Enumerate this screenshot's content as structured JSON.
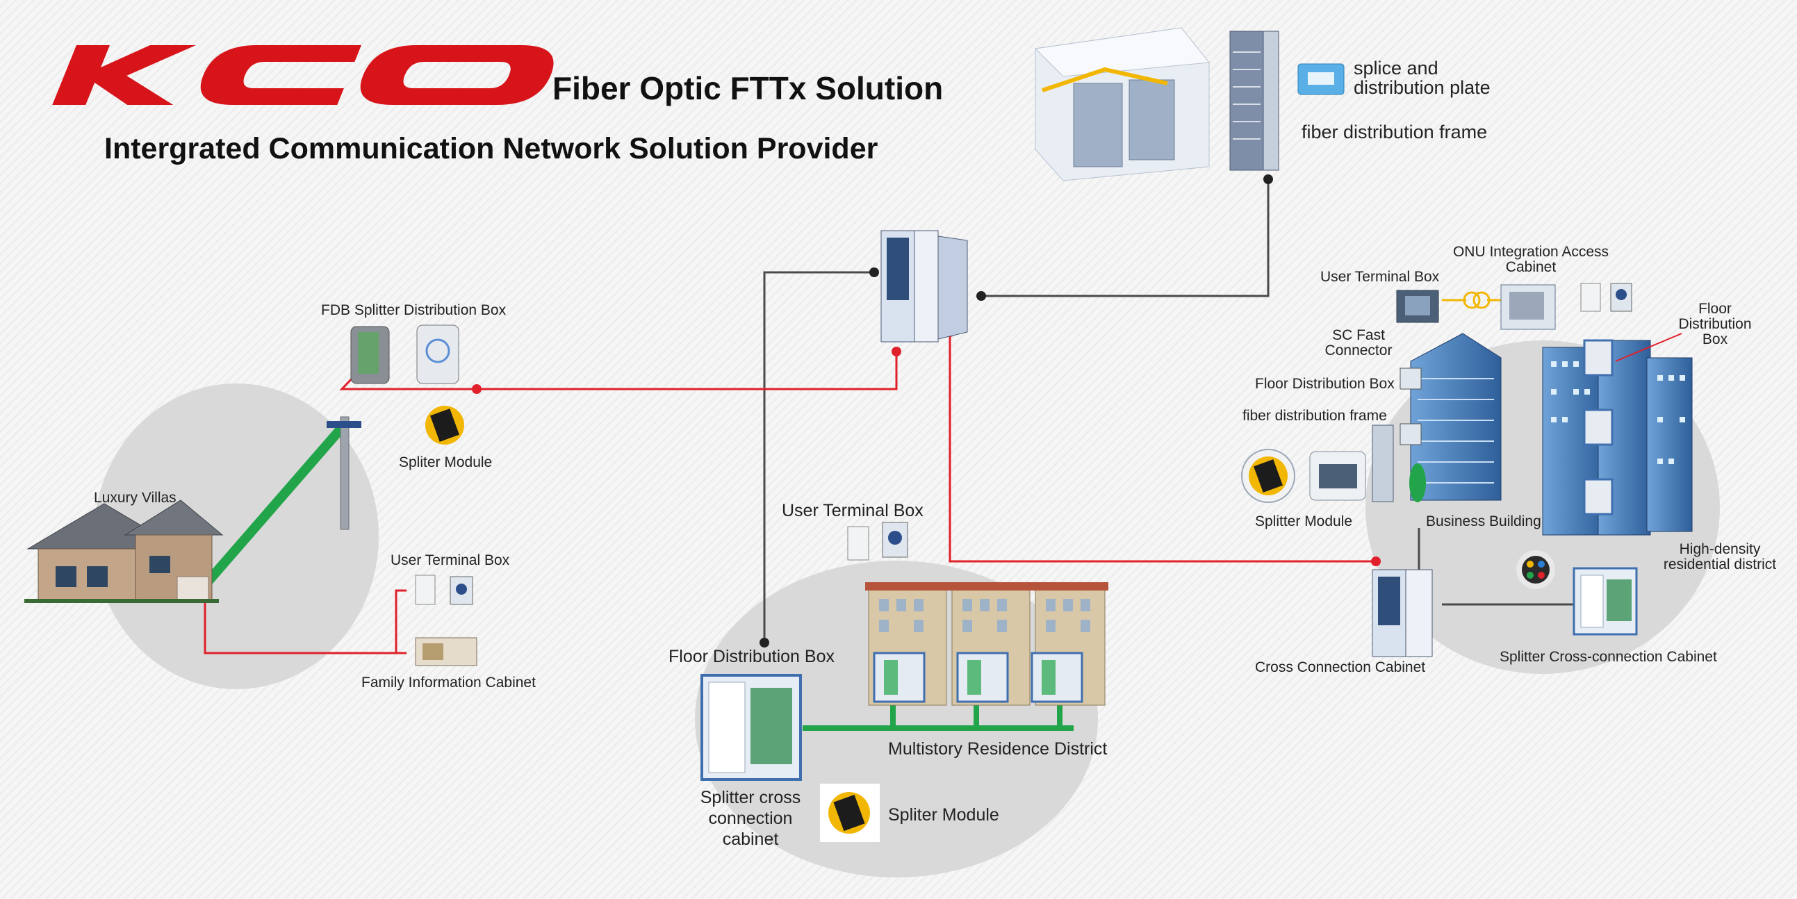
{
  "header": {
    "logo": "KCO",
    "title": "Fiber Optic FTTx Solution",
    "subtitle": "Intergrated Communication Network Solution Provider"
  },
  "labels": {
    "splice_plate": "splice and distribution plate",
    "fdf_top": "fiber distribution frame",
    "fdb_splitter_box": "FDB Splitter Distribution Box",
    "spliter_module_left": "Spliter Module",
    "luxury_villas": "Luxury Villas",
    "user_terminal_left": "User Terminal Box",
    "family_info_cabinet": "Family Information Cabinet",
    "user_terminal_center": "User Terminal Box",
    "floor_dist_center": "Floor Distribution Box",
    "multistory_district": "Multistory Residence District",
    "splitter_cross_center": "Splitter cross connection cabinet",
    "spliter_module_center": "Spliter Module",
    "onu_cabinet": "ONU Integration Access Cabinet",
    "user_terminal_right": "User Terminal Box",
    "sc_fast": "SC Fast Connector",
    "floor_dist_right": "Floor Distribution Box",
    "fdf_right": "fiber distribution frame",
    "splitter_module_right": "Splitter Module",
    "business_building": "Business Building",
    "floor_dist_box_right2": "Floor Distribution Box",
    "high_density": "High-density residential district",
    "cross_connection": "Cross Connection Cabinet",
    "splitter_cross_right": "Splitter Cross-connection Cabinet"
  },
  "colors": {
    "logo_red": "#d7141a",
    "fiber_red": "#e0202a",
    "fiber_green": "#22a54a",
    "link_dark": "#4a4a4a",
    "zone_gray": "#d9d9d9"
  }
}
